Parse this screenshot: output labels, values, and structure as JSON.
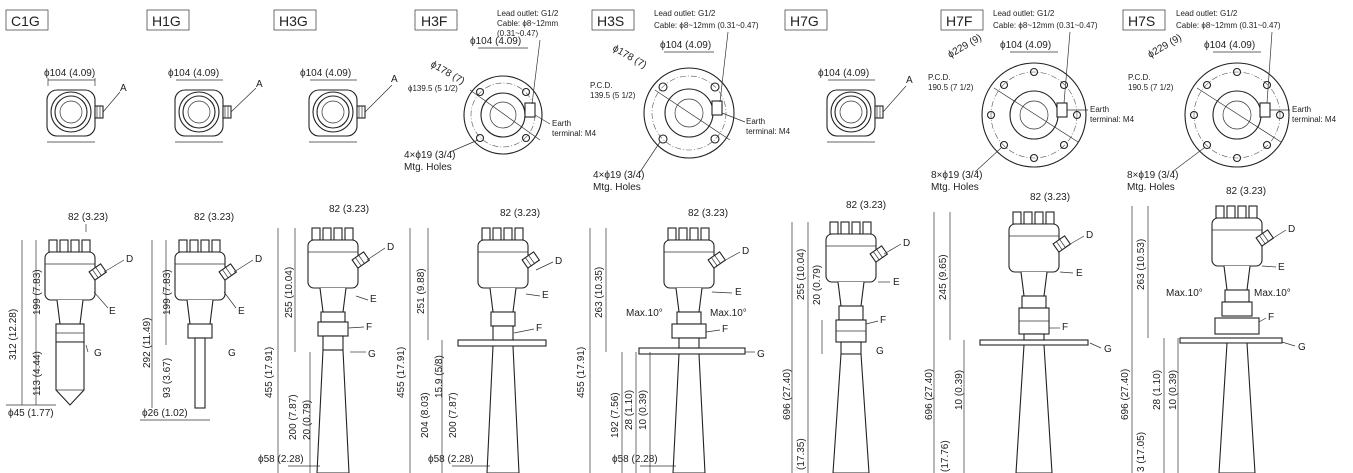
{
  "models": [
    "C1G",
    "H1G",
    "H3G",
    "H3F",
    "H3S",
    "H7G",
    "H7F",
    "H7S"
  ],
  "dims": {
    "d104": "ϕ104 (4.09)",
    "w82": "82 (3.23)",
    "d178": "ϕ178 (7)",
    "pcd": "P.C.D.",
    "d1395": "ϕ139.5 (5 1/2)",
    "pcd1395": "139.5 (5 1/2)",
    "d229": "ϕ229 (9)",
    "pcd1905": "190.5 (7 1/2)",
    "holes4": "4×ϕ19 (3/4)",
    "holes8": "8×ϕ19 (3/4)",
    "mtg": "Mtg. Holes",
    "lead1": "Lead outlet: G1/2",
    "cable1": "Cable: ϕ8~12mm",
    "cable1b": "(0.31~0.47)",
    "cable2": "Cable: ϕ8~12mm (0.31~0.47)",
    "earth": "Earth",
    "terminal": "terminal: M4",
    "max10": "Max.10°",
    "d45": "ϕ45 (1.77)",
    "d26": "ϕ26 (1.02)",
    "d58": "ϕ58 (2.28)",
    "c1g_312": "312 (12.28)",
    "c1g_199": "199 (7.83)",
    "c1g_113": "113 (4.44)",
    "h1g_292": "292 (11.49)",
    "h1g_199": "199 (7.83)",
    "h1g_93": "93 (3.67)",
    "h3g_455": "455 (17.91)",
    "h3g_255": "255 (10.04)",
    "h3g_200": "200 (7.87)",
    "h3g_20": "20 (0.79)",
    "h3f_455": "455 (17.91)",
    "h3f_251": "251 (9.88)",
    "h3f_204": "204 (8.03)",
    "h3f_159": "15.9 (5/8)",
    "h3f_200": "200 (7.87)",
    "h3s_455": "455 (17.91)",
    "h3s_263": "263 (10.35)",
    "h3s_192": "192 (7.56)",
    "h3s_28": "28 (1.10)",
    "h3s_10": "10 (0.39)",
    "h7g_696": "696 (27.40)",
    "h7g_255": "255 (10.04)",
    "h7g_20": "20 (0.79)",
    "h7g_17": "(17.35)",
    "h7f_696": "696 (27.40)",
    "h7f_245": "245 (9.65)",
    "h7f_10": "10 (0.39)",
    "h7f_17": "(17.76)",
    "h7s_696": "696 (27.40)",
    "h7s_263": "263 (10.53)",
    "h7s_28": "28 (1.10)",
    "h7s_10": "10 (0.39)",
    "h7s_17": "3 (17.05)"
  },
  "letters": {
    "a": "A",
    "d": "D",
    "e": "E",
    "f": "F",
    "g": "G"
  }
}
